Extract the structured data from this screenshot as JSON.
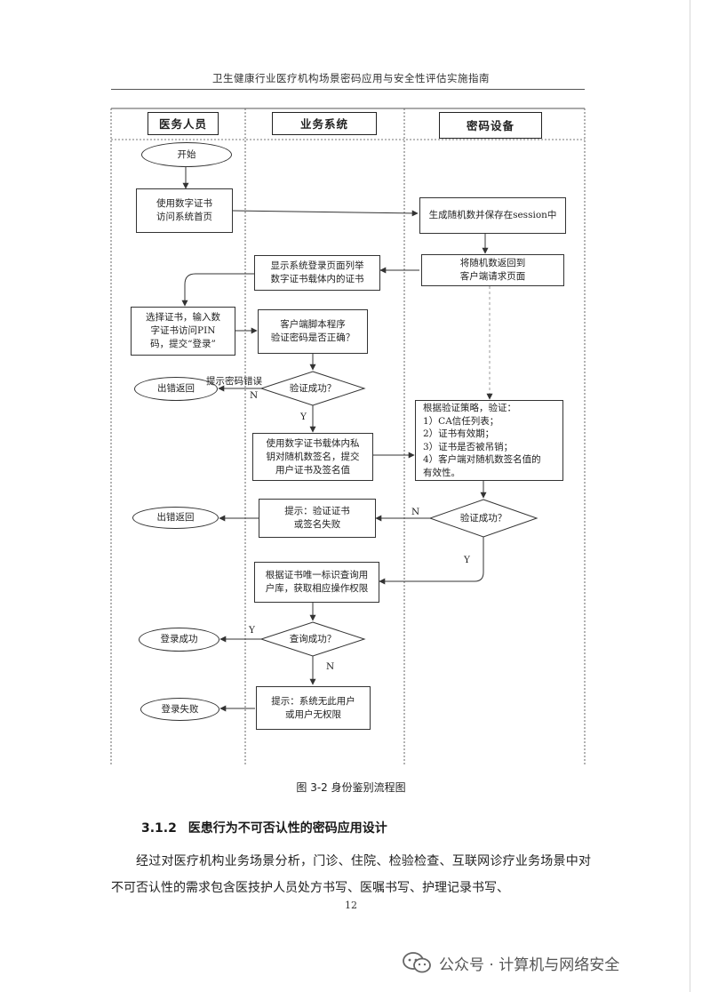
{
  "header": {
    "title": "卫生健康行业医疗机构场景密码应用与安全性评估实施指南"
  },
  "lanes": {
    "medical_staff": "医务人员",
    "business_system": "业务系统",
    "crypto_device": "密码设备"
  },
  "nodes": {
    "start": "开始",
    "access_home": "使用数字证书\n访问系统首页",
    "gen_random": "生成随机数并保存在session中",
    "return_random": "将随机数返回到\n客户端请求页面",
    "show_login": "显示系统登录页面列举\n数字证书载体内的证书",
    "select_cert": "选择证书，输入数\n字证书访问PIN\n码，提交“登录”",
    "client_verify_pin": "客户端脚本程序\n验证密码是否正确？",
    "error_return_1": "出错返回",
    "hint_pin_error": "提示密码错误",
    "verify_success_1": "验证成功？",
    "sign_random": "使用数字证书载体内私\n钥对随机数签名，提交\n用户证书及签名值",
    "verify_policy": "根据验证策略，验证：\n1）CA信任列表；\n2）证书有效期；\n3）证书是否被吊销；\n4）客户端对随机数签名值的\n有效性。",
    "hint_verify_fail": "提示：验证证书\n或签名失败",
    "error_return_2": "出错返回",
    "verify_success_2": "验证成功？",
    "query_user_db": "根据证书唯一标识查询用\n户库，获取相应操作权限",
    "query_success": "查询成功？",
    "login_success": "登录成功",
    "hint_no_user": "提示：系统无此用户\n或用户无权限",
    "login_fail": "登录失败"
  },
  "labels": {
    "n1": "N",
    "y1": "Y",
    "n2": "N",
    "y2": "Y",
    "y3": "Y",
    "n3": "N"
  },
  "caption": "图 3-2  身份鉴别流程图",
  "section": {
    "number": "3.1.2",
    "title": "医患行为不可否认性的密码应用设计"
  },
  "paragraph": "经过对医疗机构业务场景分析，门诊、住院、检验检查、互联网诊疗业务场景中对不可否认性的需求包含医技护人员处方书写、医嘱书写、护理记录书写、",
  "page_number": "12",
  "watermark": "公众号 · 计算机与网络安全"
}
